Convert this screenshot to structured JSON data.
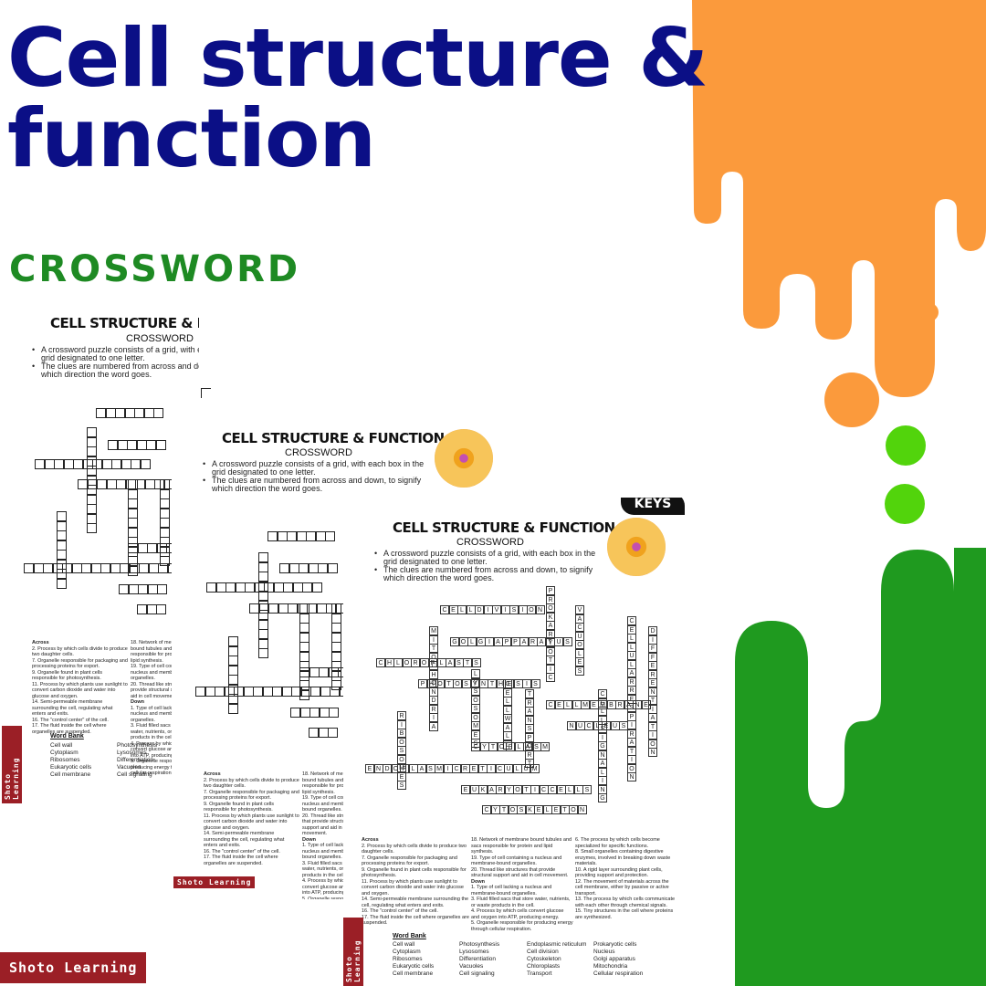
{
  "banner": {
    "title_line1": "Cell structure &",
    "title_line2": "function",
    "subtitle": "CROSSWORD",
    "brand": "Shoto Learning"
  },
  "colors": {
    "title": "#0b0f86",
    "subtitle": "#1e8a23",
    "orange": "#fb9a3c",
    "green": "#1f9a1f",
    "lime": "#52d40c",
    "brand": "#9b1f26"
  },
  "sheet": {
    "title": "CELL STRUCTURE & FUNCTION",
    "subtitle": "CROSSWORD",
    "bullet1": "A crossword puzzle consists of a grid, with each box in the grid designated to one letter.",
    "bullet2": "The clues are numbered from across and down, to signify which direction the word goes.",
    "brand": "Shoto Learning",
    "keys_badge": "KEYS",
    "clues": {
      "across_head": "Across",
      "a2": "2. Process by which cells divide to produce two daughter cells.",
      "a7": "7. Organelle responsible for packaging and processing proteins for export.",
      "a9": "9. Organelle found in plant cells responsible for photosynthesis.",
      "a11": "11. Process by which plants use sunlight to convert carbon dioxide and water into glucose and oxygen.",
      "a14": "14. Semi-permeable membrane surrounding the cell, regulating what enters and exits.",
      "a16": "16. The \"control center\" of the cell.",
      "a17": "17. The fluid inside the cell where organelles are suspended.",
      "a18": "18. Network of membrane bound tubules and sacs responsible for protein and lipid synthesis.",
      "a19": "19. Type of cell containing a nucleus and membrane-bound organelles.",
      "a20": "20. Thread like structures that provide structural support and aid in cell movement.",
      "down_head": "Down",
      "d1": "1. Type of cell lacking a nucleus and membrane-bound organelles.",
      "d3": "3. Fluid filled sacs that store water, nutrients, or waste products in the cell.",
      "d4": "4. Process by which cells convert glucose and oxygen into ATP, producing energy.",
      "d5": "5. Organelle responsible for producing energy through cellular respiration.",
      "d6": "6. The process by which cells become specialized for specific functions.",
      "d8": "8. Small organelles containing digestive enzymes, involved in breaking down waste materials.",
      "d10": "10. A rigid layer surrounding plant cells, providing support and protection.",
      "d12": "12. The movement of materials across the cell membrane, either by passive or active transport.",
      "d13": "13. The process by which cells communicate with each other through chemical signals.",
      "d15": "15. Tiny structures in the cell where proteins are synthesized."
    },
    "word_bank_title": "Word Bank",
    "word_bank": [
      [
        "Cell wall",
        "Cytoplasm",
        "Ribosomes",
        "Eukaryotic cells",
        "Cell membrane"
      ],
      [
        "Photosynthesis",
        "Lysosomes",
        "Differentiation",
        "Vacuoles",
        "Cell signaling"
      ],
      [
        "Endoplasmic reticulum",
        "Cell division",
        "Cytoskeleton",
        "Chloroplasts",
        "Transport"
      ],
      [
        "Prokaryotic cells",
        "Nucleus",
        "Golgi apparatus",
        "Mitochondria",
        "Cellular respiration"
      ]
    ]
  },
  "answers": {
    "a2": "CELLDIVISION",
    "a7": "GOLGIAPPARATUS",
    "a9": "CHLOROPLASTS",
    "a11": "PHOTOSYNTHESIS",
    "a14": "CELLMEMBRANE",
    "a16": "NUCLEUS",
    "a17": "CYTOPLASM",
    "a18": "ENDOPLASMICRETICULUM",
    "a19": "EUKARYOTICCELLS",
    "a20": "CYTOSKELETON",
    "d1": "PROKARYOTIC",
    "d3": "VACUOLES",
    "d4": "CELLULARRESPIRATION",
    "d5": "MITOCHONDRIA",
    "d6": "DIFFERENTIATION",
    "d8": "LYSOSOMES",
    "d10": "CELLWALL",
    "d12": "TRANSPORT",
    "d13": "CELLSIGNALING",
    "d15": "RIBOSOMES"
  }
}
